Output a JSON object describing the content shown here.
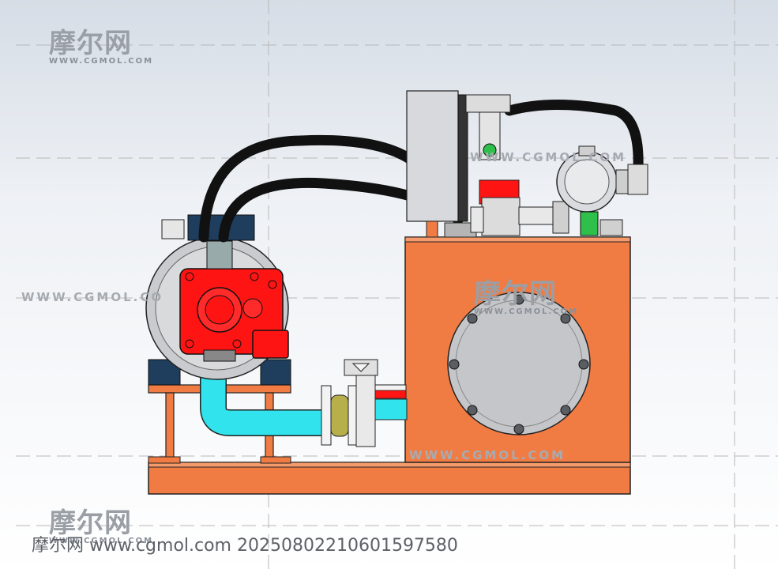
{
  "watermarks": {
    "logo_cn": "摩尔网",
    "logo_en": "WWW.CGMOL.COM",
    "site": "WWW.CGMOL.COM",
    "site_partial": "WWW.CGMOL.CO"
  },
  "caption": "摩尔网 www.cgmol.com 20250802210601597580",
  "colors": {
    "tank": "#f07c44",
    "pump": "#ff1414",
    "pipe": "#31e3ec",
    "hose": "#111111",
    "motor": "#c9cbce",
    "frame": "#f07c44"
  }
}
